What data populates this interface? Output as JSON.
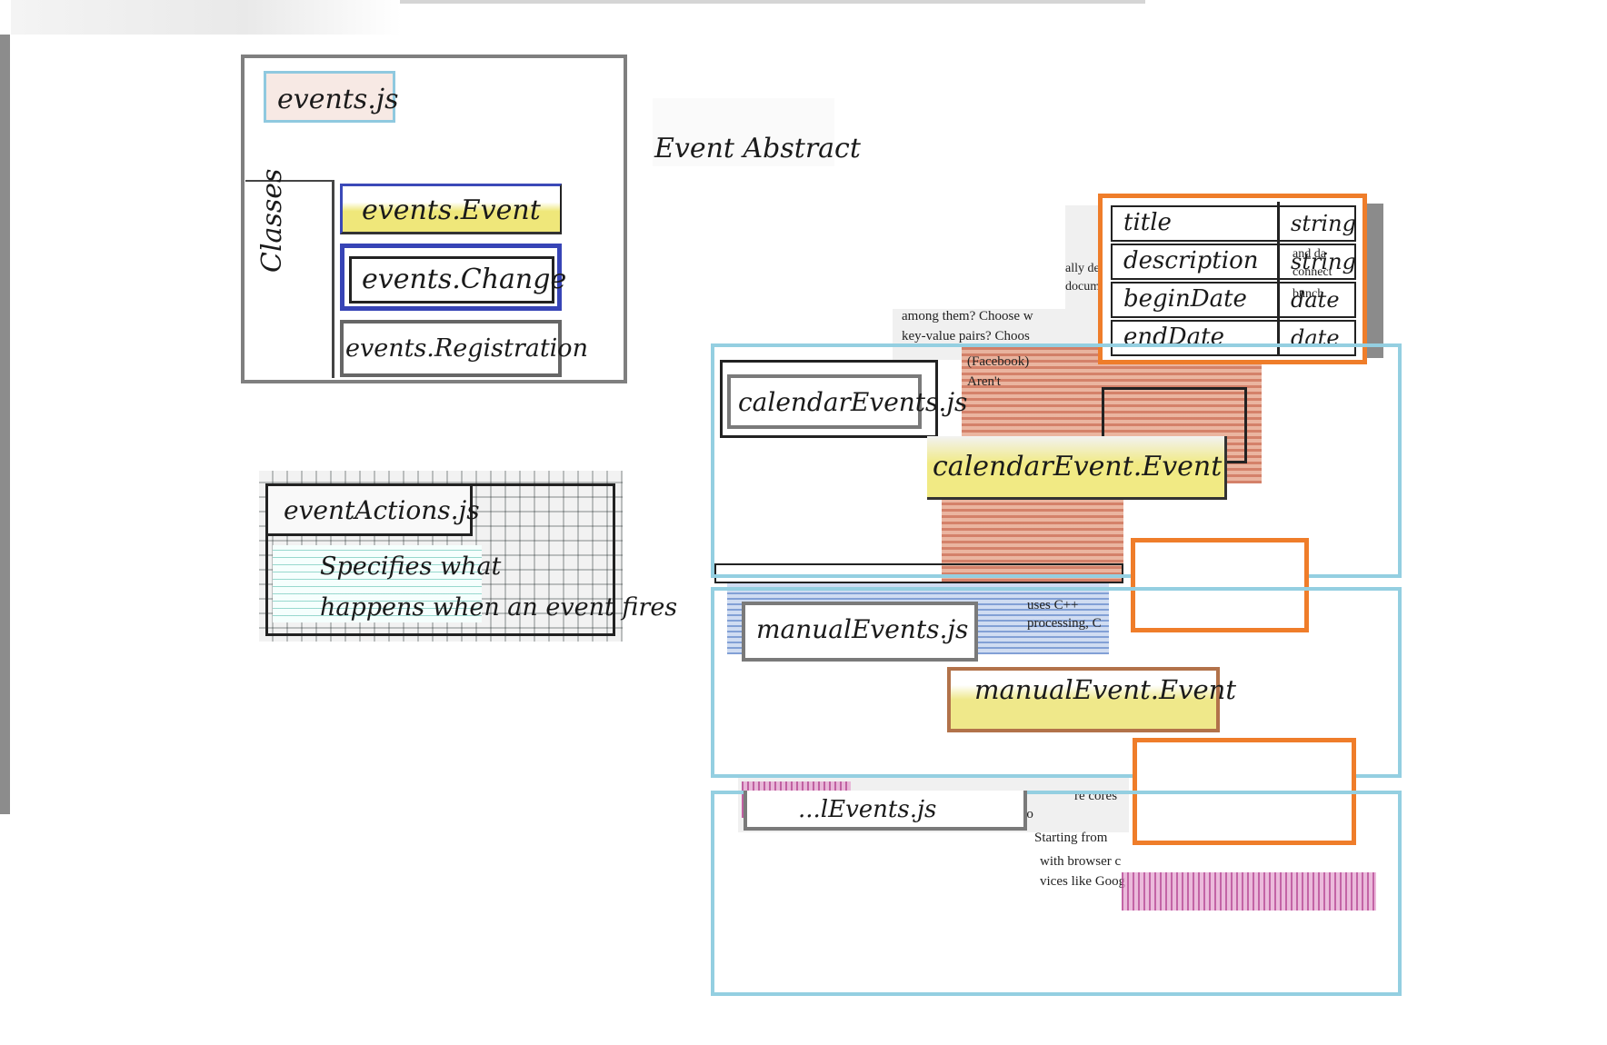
{
  "events_module": {
    "file": "events.js",
    "classes_label": "Classes",
    "classes": [
      "events.Event",
      "events.Change",
      "events.Registration"
    ]
  },
  "event_abstract": {
    "label": "Event Abstract"
  },
  "event_actions": {
    "file": "eventActions.js",
    "description_line1": "Specifies what",
    "description_line2": "happens when an event fires"
  },
  "event_properties": [
    {
      "name": "title",
      "type": "string"
    },
    {
      "name": "description",
      "type": "string"
    },
    {
      "name": "beginDate",
      "type": "date"
    },
    {
      "name": "endDate",
      "type": "date"
    }
  ],
  "calendar_group": {
    "file": "calendarEvents.js",
    "class": "calendarEvent.Event"
  },
  "manual_group": {
    "file": "manualEvents.js",
    "class": "manualEvent.Event"
  },
  "third_group": {
    "file": "...lEvents.js"
  },
  "print_fragments": [
    "among them? Choose w",
    "key-value pairs? Choos",
    "(Facebook)",
    "Aren't",
    "ally dep",
    "docum",
    "and da",
    "connect",
    "bunch",
    "uses C++",
    "processing, C",
    "load so",
    "re cores",
    "Starting from",
    "with browser c",
    "vices like Goog"
  ],
  "colors": {
    "module_border": "#7f7f7f",
    "class_border_blue": "#3744b6",
    "group_border_lightblue": "#94cfe1",
    "detail_border_orange": "#ef7d2a",
    "highlight_yellow": "#efe77a"
  }
}
